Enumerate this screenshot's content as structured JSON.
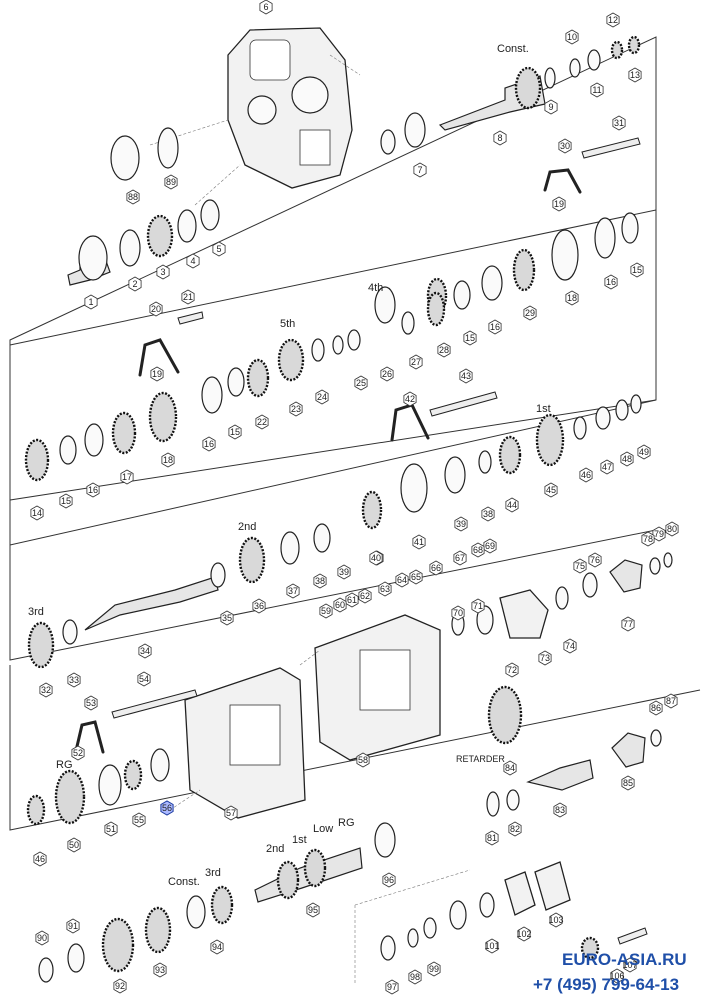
{
  "parts": {
    "p1": "1",
    "p2": "2",
    "p3": "3",
    "p4": "4",
    "p5": "5",
    "p6": "6",
    "p7": "7",
    "p8": "8",
    "p9": "9",
    "p10": "10",
    "p11": "11",
    "p12": "12",
    "p13": "13",
    "p14": "14",
    "p15": "15",
    "p16": "16",
    "p17": "17",
    "p18": "18",
    "p19": "19",
    "p20": "20",
    "p21": "21",
    "p22": "22",
    "p23": "23",
    "p24": "24",
    "p25": "25",
    "p26": "26",
    "p27": "27",
    "p28": "28",
    "p29": "29",
    "p30": "30",
    "p31": "31",
    "p32": "32",
    "p33": "33",
    "p34": "34",
    "p35": "35",
    "p36": "36",
    "p37": "37",
    "p38": "38",
    "p39": "39",
    "p40": "40",
    "p41": "41",
    "p42": "42",
    "p43": "43",
    "p44": "44",
    "p45": "45",
    "p46": "46",
    "p47": "47",
    "p48": "48",
    "p49": "49",
    "p50": "50",
    "p51": "51",
    "p52": "52",
    "p53": "53",
    "p54": "54",
    "p55": "55",
    "p56": "56",
    "p57": "57",
    "p58": "58",
    "p59": "59",
    "p60": "60",
    "p61": "61",
    "p62": "62",
    "p63": "63",
    "p64": "64",
    "p65": "65",
    "p66": "66",
    "p67": "67",
    "p68": "68",
    "p69": "69",
    "p70": "70",
    "p71": "71",
    "p72": "72",
    "p73": "73",
    "p74": "74",
    "p75": "75",
    "p76": "76",
    "p77": "77",
    "p78": "78",
    "p79": "79",
    "p80": "80",
    "p81": "81",
    "p82": "82",
    "p83": "83",
    "p84": "84",
    "p85": "85",
    "p86": "86",
    "p87": "87",
    "p88": "88",
    "p89": "89",
    "p90": "90",
    "p91": "91",
    "p92": "92",
    "p93": "93",
    "p94": "94",
    "p95": "95",
    "p96": "96",
    "p97": "97",
    "p98": "98",
    "p99": "99",
    "p101": "101",
    "p102": "102",
    "p103": "103",
    "p106": "106",
    "p107": "107"
  },
  "tags": {
    "const_top": "Const.",
    "fourth": "4th",
    "fifth": "5th",
    "first": "1st",
    "second": "2nd",
    "third": "3rd",
    "retarder": "RETARDER",
    "rg_left": "RG",
    "main_2nd": "2nd",
    "main_1st": "1st",
    "main_low": "Low",
    "main_rg": "RG",
    "const_bottom": "Const.",
    "third_bottom": "3rd"
  },
  "watermark": {
    "site": "EURO-ASIA.RU",
    "phone": "+7 (495) 799-64-13"
  },
  "colors": {
    "highlight": "#aab8ff",
    "watermark": "#1f4fa8"
  }
}
